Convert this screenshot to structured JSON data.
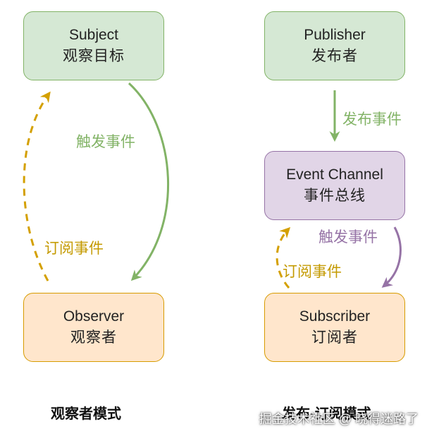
{
  "observer_pattern": {
    "subject": {
      "line1": "Subject",
      "line2": "观察目标"
    },
    "observer": {
      "line1": "Observer",
      "line2": "观察者"
    },
    "trigger_label": "触发事件",
    "subscribe_label": "订阅事件",
    "caption": "观察者模式"
  },
  "pubsub_pattern": {
    "publisher": {
      "line1": "Publisher",
      "line2": "发布者"
    },
    "channel": {
      "line1": "Event Channel",
      "line2": "事件总线"
    },
    "subscriber": {
      "line1": "Subscriber",
      "line2": "订阅者"
    },
    "publish_label": "发布事件",
    "trigger_label": "触发事件",
    "subscribe_label": "订阅事件",
    "caption": "发布-订阅模式"
  },
  "watermark": "掘金技术社区 @ 晓得迷路了",
  "colors": {
    "green_fill": "#d5e8d4",
    "green_stroke": "#82b366",
    "purple_fill": "#e1d5e7",
    "purple_stroke": "#9673a6",
    "orange_fill": "#ffe6cc",
    "orange_stroke": "#d79b00"
  }
}
